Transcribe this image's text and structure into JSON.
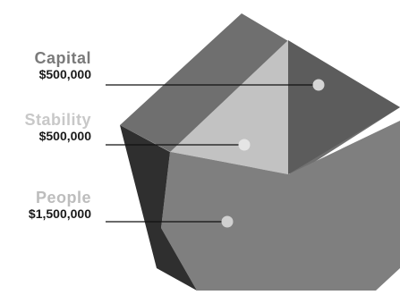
{
  "items": [
    {
      "name": "Capital",
      "amount": "$500,000"
    },
    {
      "name": "Stability",
      "amount": "$500,000"
    },
    {
      "name": "People",
      "amount": "$1,500,000"
    }
  ],
  "colors": {
    "capital_label": "#7a7a7a",
    "stability_label": "#c8c8c8",
    "people_label": "#bdbdbd",
    "face_top": "#6f6f6f",
    "face_inner_light": "#c2c2c2",
    "face_right": "#555555",
    "face_front": "#7f7f7f",
    "face_left_dark": "#2f2f2f",
    "marker": "#d6d6d6"
  }
}
